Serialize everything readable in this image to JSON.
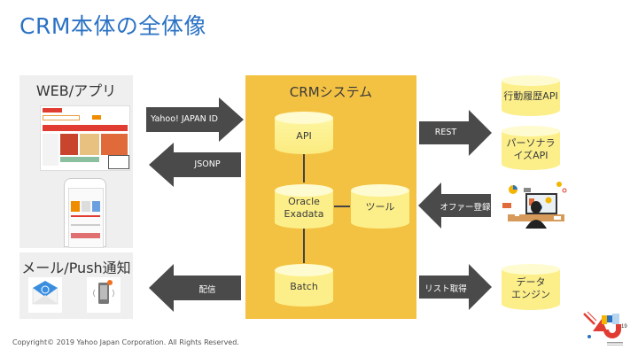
{
  "title": "CRM本体の全体像",
  "panels": {
    "web": {
      "title": "WEB/アプリ",
      "images": [
        "yahoo-top-page-screenshot",
        "smartphone-app-screenshot"
      ]
    },
    "mail": {
      "title": "メール/Push通知",
      "icons": [
        "mail-envelope-icon",
        "push-notification-phone-icon"
      ]
    }
  },
  "crm": {
    "title": "CRMシステム",
    "nodes": {
      "api": "API",
      "oracle_line1": "Oracle",
      "oracle_line2": "Exadata",
      "tool": "ツール",
      "batch": "Batch"
    }
  },
  "arrows": {
    "yahoo_id": "Yahoo! JAPAN ID",
    "jsonp": "JSONP",
    "delivery": "配信",
    "rest": "REST",
    "offer": "オファー登録",
    "list": "リスト取得"
  },
  "external": {
    "history_api": "行動履歴API",
    "personalize_line1": "パーソナラ",
    "personalize_line2": "イズAPI",
    "data_engine_line1": "データ",
    "data_engine_line2": "エンジン",
    "operator_image": "operator-at-computer-illustration"
  },
  "footer": "Copyright© 2019  Yahoo Japan Corporation. All Rights Reserved.",
  "logo": "yahoo-japan-tech-conference-2019-logo",
  "colors": {
    "title": "#2b72c4",
    "crm_bg": "#f4c242",
    "panel_bg": "#efefef",
    "arrow": "#4a4a4a",
    "cylinder": "#fdf59a"
  }
}
